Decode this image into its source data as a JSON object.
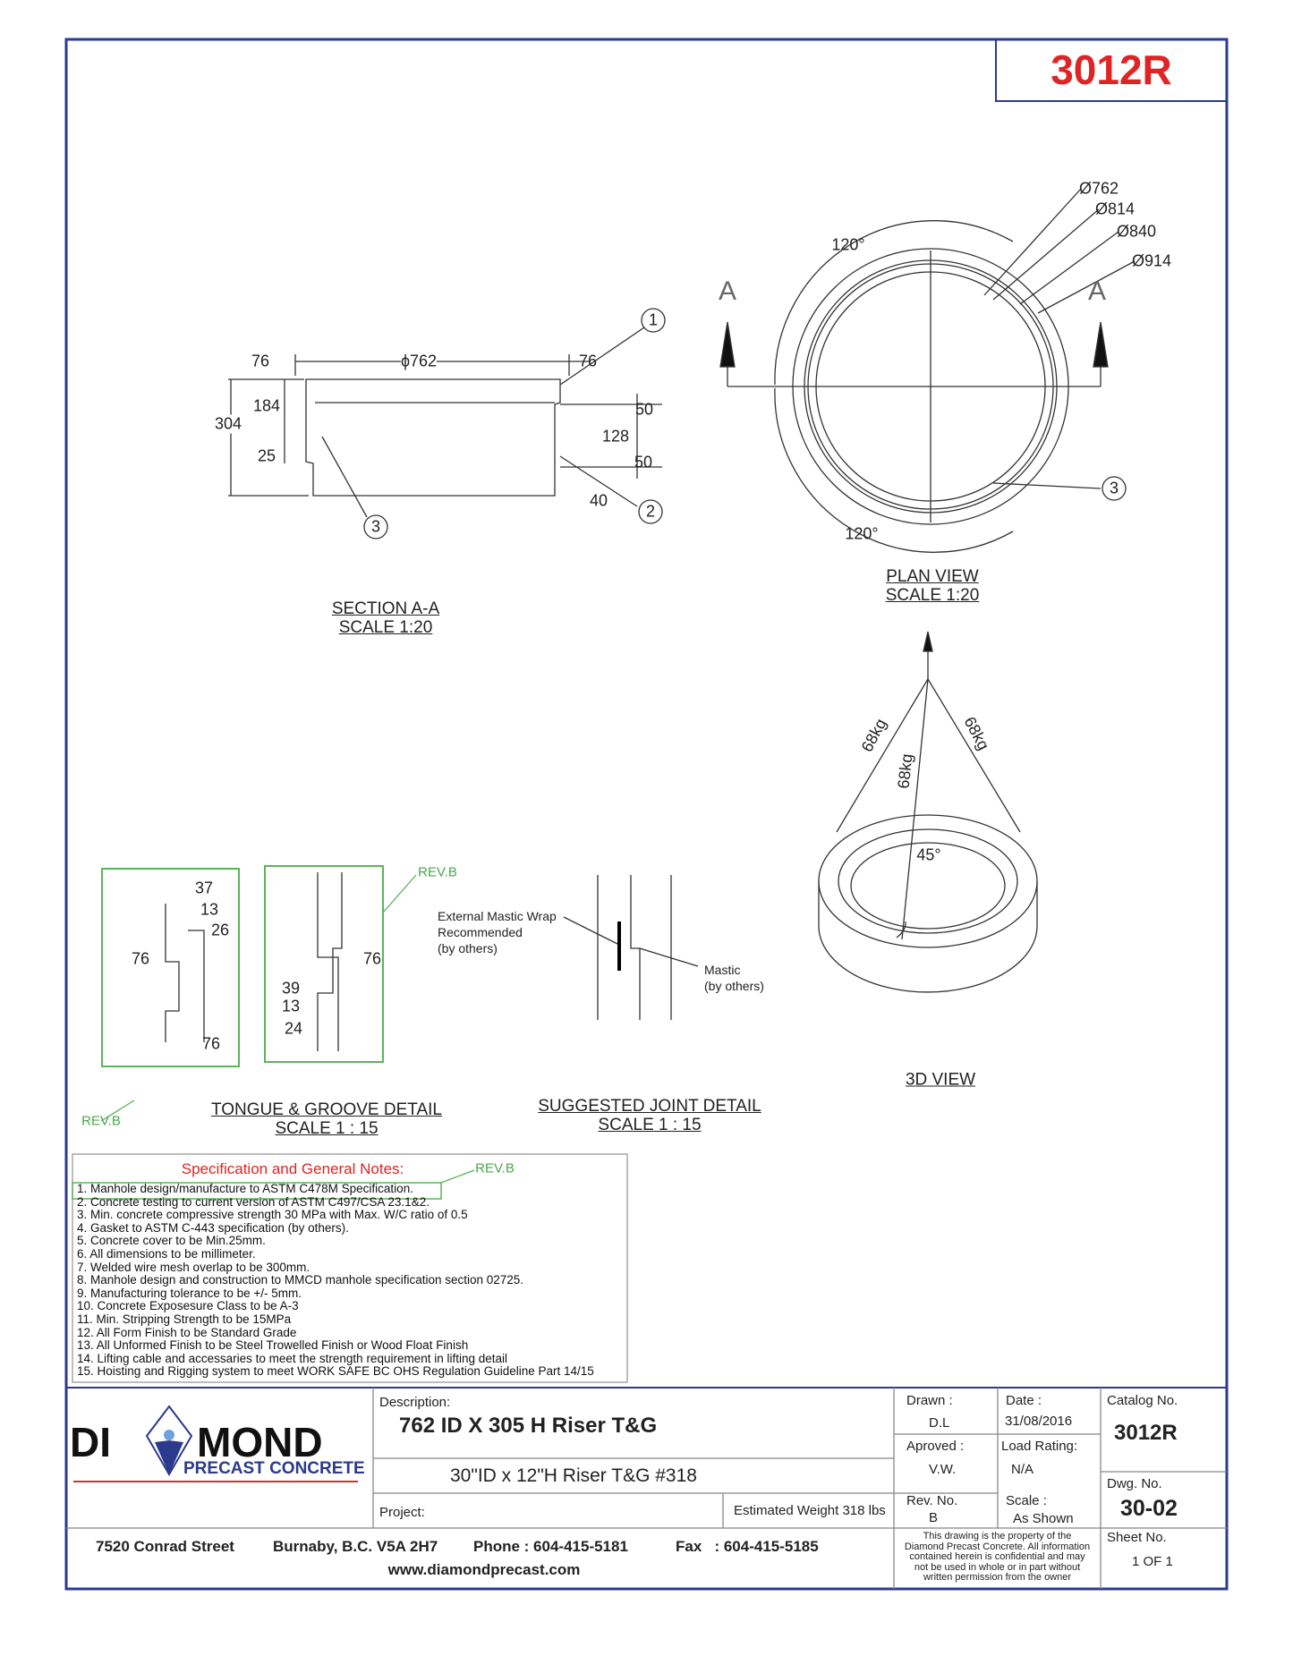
{
  "header": {
    "catalog_badge": "3012R"
  },
  "section_view": {
    "title": "SECTION A-A",
    "scale": "SCALE 1:20",
    "dims": {
      "left_wall": "76",
      "diameter": "ϕ762",
      "right_wall": "76",
      "upper": "184",
      "height": "304",
      "lower": "25",
      "r_top": "50",
      "r_mid": "128",
      "r_bot": "50",
      "r_tongue": "40"
    },
    "callouts": [
      "1",
      "2",
      "3"
    ]
  },
  "plan_view": {
    "title": "PLAN VIEW",
    "scale": "SCALE 1:20",
    "diameters": [
      "Ø762",
      "Ø814",
      "Ø840",
      "Ø914"
    ],
    "angle_top": "120°",
    "angle_bottom": "120°",
    "section_marks": [
      "A",
      "A"
    ],
    "callout": "3"
  },
  "view_3d": {
    "title": "3D VIEW",
    "loads": [
      "68kg",
      "68kg",
      "68kg"
    ],
    "angle": "45°"
  },
  "tg_detail": {
    "title": "TONGUE & GROOVE DETAIL",
    "scale": "SCALE 1 : 15",
    "box1": {
      "d37": "37",
      "d13": "13",
      "d26": "26",
      "d76a": "76",
      "d76b": "76"
    },
    "box2": {
      "d76": "76",
      "d39": "39",
      "d13": "13",
      "d24": "24"
    },
    "rev_labels": [
      "REV.B",
      "REV.B"
    ]
  },
  "joint_detail": {
    "title": "SUGGESTED JOINT DETAIL",
    "scale": "SCALE 1 : 15",
    "wrap_note": [
      "External Mastic Wrap",
      "Recommended",
      "(by others)"
    ],
    "mastic_note": [
      "Mastic",
      "(by others)"
    ]
  },
  "notes": {
    "title": "Specification and General Notes:",
    "rev": "REV.B",
    "items": [
      "1. Manhole design/manufacture to ASTM C478M  Specification.",
      "2. Concrete testing to current version of ASTM C497/CSA 23.1&2.",
      "3. Min. concrete compressive strength 30 MPa with Max. W/C ratio of 0.5",
      "4. Gasket to ASTM C-443 specification (by others).",
      "5. Concrete cover to be Min.25mm.",
      "6. All dimensions to be millimeter.",
      "7. Welded wire mesh overlap to be 300mm.",
      "8. Manhole design and construction to MMCD manhole specification section 02725.",
      "9. Manufacturing tolerance to be +/- 5mm.",
      "10. Concrete Exposesure Class to be A-3",
      "11. Min. Stripping Strength to be 15MPa",
      "12. All Form Finish to be Standard Grade",
      "13. All Unformed Finish to be Steel Trowelled Finish or Wood Float Finish",
      "14. Lifting cable and accessaries to meet the strength requirement in lifting detail",
      "15. Hoisting and Rigging system to meet WORK SAFE BC OHS Regulation Guideline Part 14/15"
    ]
  },
  "logo": {
    "left": "DI",
    "right": "MOND",
    "sub": "PRECAST CONCRETE"
  },
  "title_block": {
    "description_label": "Description:",
    "description": "762 ID X 305 H  Riser T&G",
    "subtitle": "30\"ID x 12\"H  Riser T&G  #318",
    "project_label": "Project:",
    "weight": "Estimated Weight 318 lbs",
    "drawn_label": "Drawn :",
    "drawn": "D.L",
    "date_label": "Date :",
    "date": "31/08/2016",
    "approved_label": "Aproved :",
    "approved": "V.W.",
    "load_label": "Load Rating:",
    "load": "N/A",
    "rev_label": "Rev. No.",
    "rev": "B",
    "scale_label": "Scale :",
    "scale": "As Shown",
    "catalog_label": "Catalog No.",
    "catalog": "3012R",
    "dwg_label": "Dwg. No.",
    "dwg": "30-02",
    "sheet_label": "Sheet No.",
    "sheet": "1 OF 1",
    "disclaimer": [
      "This drawing is the property of the",
      "Diamond Precast Concrete. All information",
      "contained herein is confidential and may",
      "not be used in whole or in part without",
      "written permission from the owner"
    ]
  },
  "address": {
    "street": "7520 Conrad Street",
    "city": "Burnaby, B.C. V5A 2H7",
    "phone": "Phone : 604-415-5181",
    "fax": "Fax   : 604-415-5185",
    "web": "www.diamondprecast.com"
  }
}
